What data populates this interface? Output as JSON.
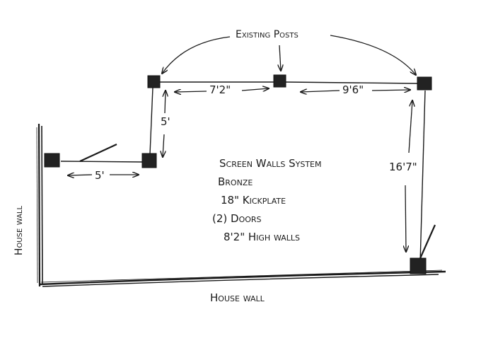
{
  "diagram": {
    "type": "hand-drawn floor plan sketch",
    "labels": {
      "existing_posts": "Existing Posts",
      "house_wall_left": "House wall",
      "house_wall_bottom": "House wall"
    },
    "dimensions": {
      "top_left_span": "7'2\"",
      "top_right_span": "9'6\"",
      "step_vertical": "5'",
      "step_horizontal": "5'",
      "right_vertical": "16'7\""
    },
    "notes": [
      "Screen Walls System",
      "Bronze",
      "18\" Kickplate",
      "(2) Doors",
      "8'2\" High walls"
    ],
    "posts": [
      {
        "id": "post-top-left",
        "existing": true
      },
      {
        "id": "post-top-middle",
        "existing": true
      },
      {
        "id": "post-top-right",
        "existing": true
      },
      {
        "id": "post-step",
        "existing": false
      },
      {
        "id": "post-left-wall",
        "existing": false
      },
      {
        "id": "post-bottom-right",
        "existing": false
      }
    ],
    "doors": 2,
    "colors": {
      "ink": "#1a1a1a",
      "paper": "#ffffff"
    }
  }
}
